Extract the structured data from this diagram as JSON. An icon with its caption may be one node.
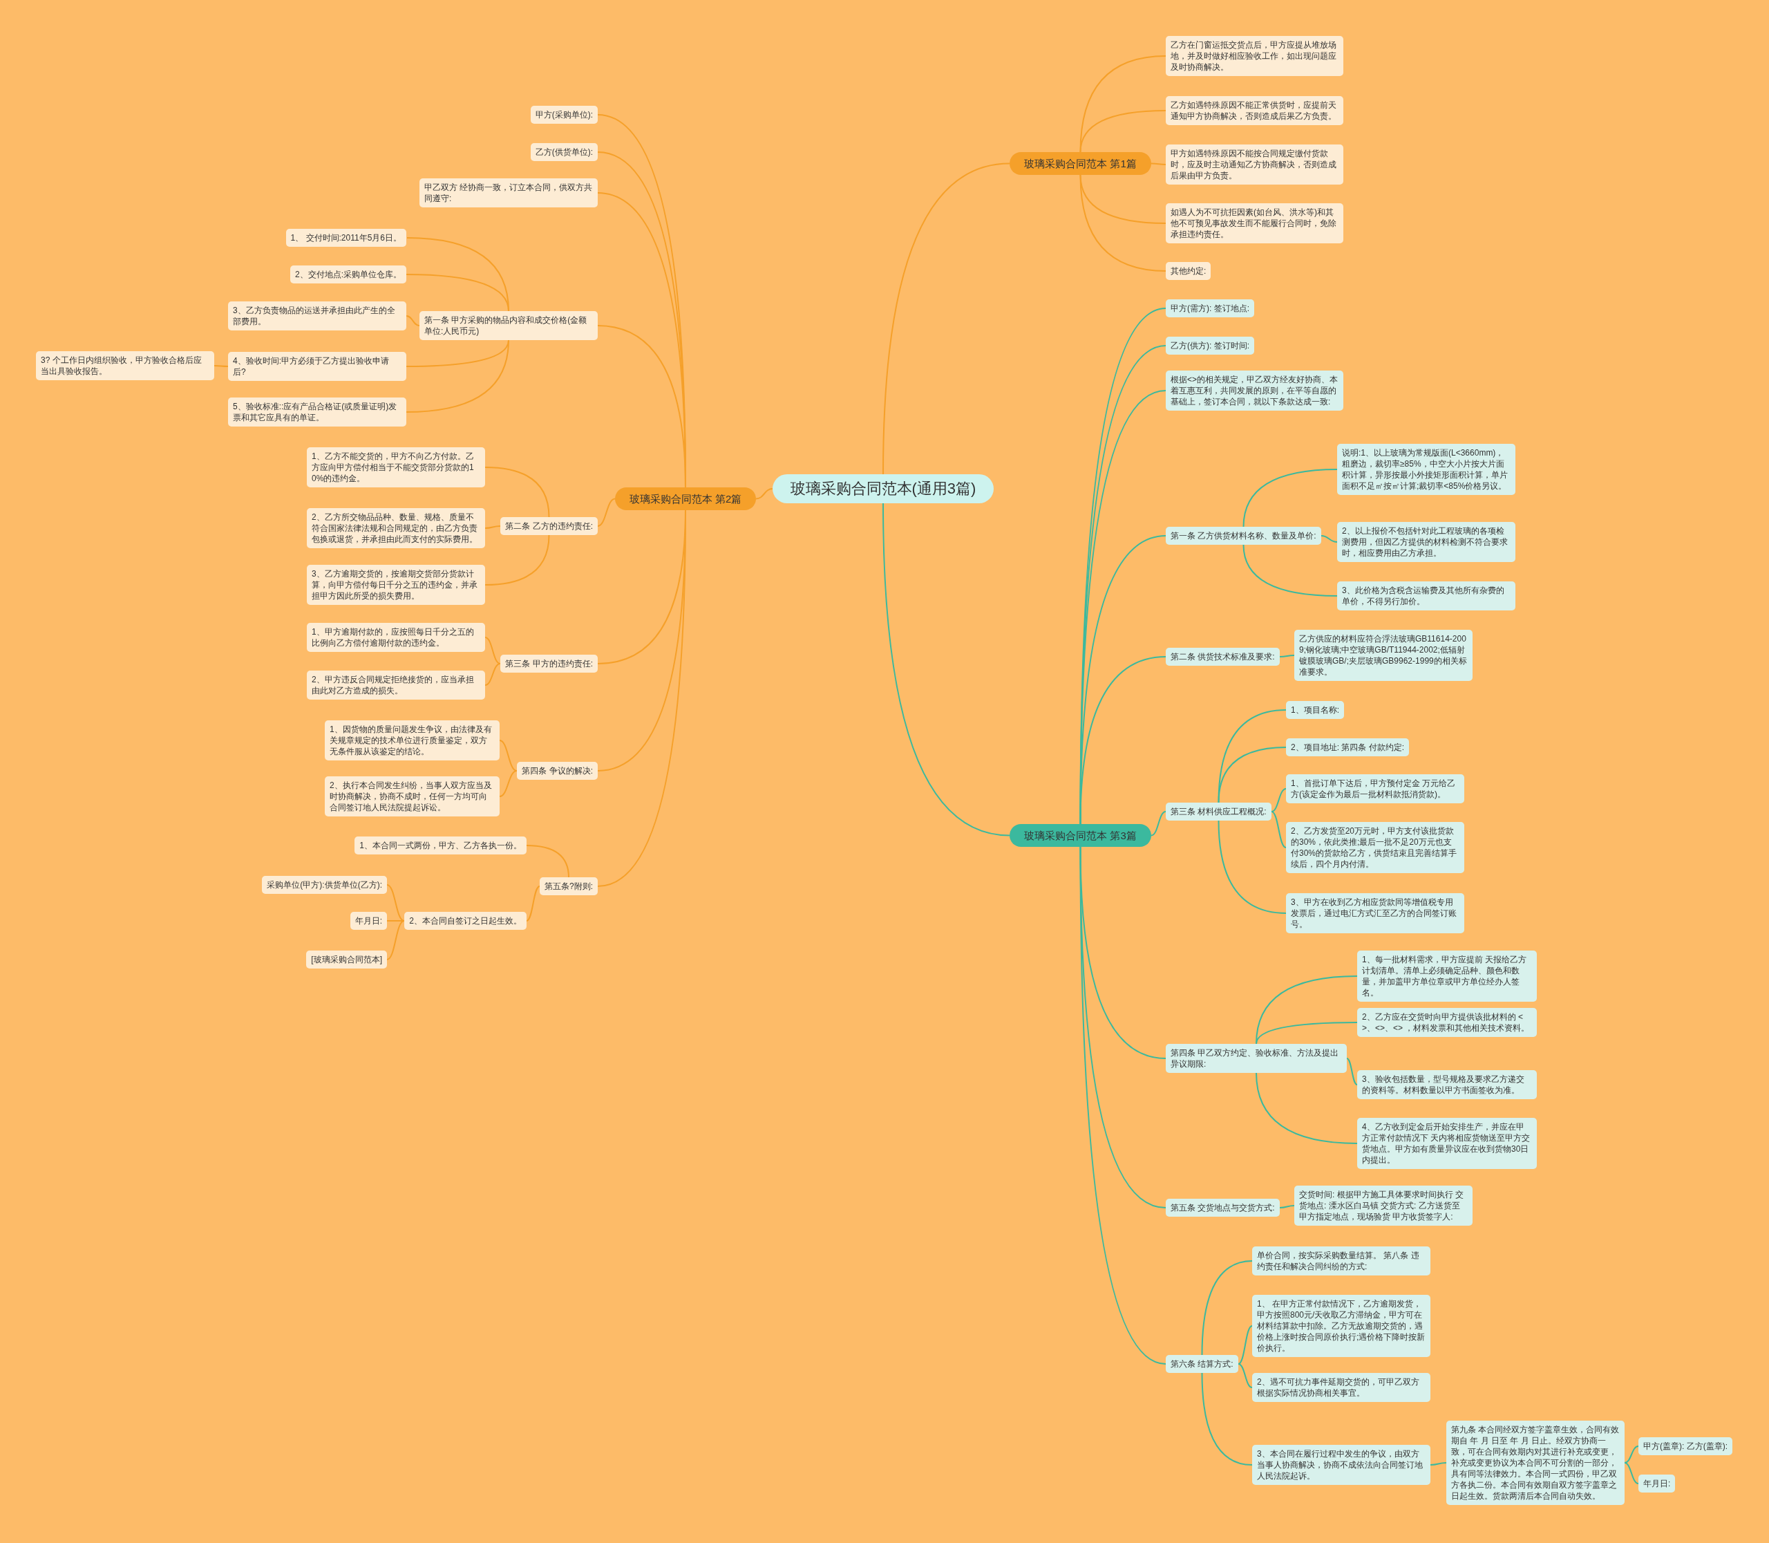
{
  "diagram": {
    "nodes": [
      {
        "text": [
          "玻璃采购合同范本(通用3篇)"
        ]
      },
      {
        "text": [
          "玻璃采购合同范本 第1篇"
        ]
      },
      {
        "text": [
          "乙方在门窗运抵交货点后，甲方应提从堆放场地，并及时做好相应验收工作，如出现问题应及时协商解决。"
        ]
      },
      {
        "text": [
          "乙方如遇特殊原因不能正常供货时，应提前天通知甲方协商解决，否则造成后果乙方负责。"
        ]
      },
      {
        "text": [
          "甲方如遇特殊原因不能按合同规定缴付货款时，应及时主动通知乙方协商解决，否则造成后果由甲方负责。"
        ]
      },
      {
        "text": [
          "如遇人为不可抗拒因素(如台风、洪水等)和其他不可预见事故发生而不能履行合同时，免除承担违约责任。"
        ]
      },
      {
        "text": [
          "其他约定:"
        ]
      },
      {
        "text": [
          "玻璃采购合同范本 第2篇"
        ]
      },
      {
        "text": [
          "甲方(采购单位):"
        ]
      },
      {
        "text": [
          "乙方(供货单位):"
        ]
      },
      {
        "text": [
          "甲乙双方 经协商一致，订立本合同，供双方共同遵守:"
        ]
      },
      {
        "text": [
          "第一条 甲方采购的物品内容和成交价格(金额单位:人民币元)"
        ]
      },
      {
        "text": [
          "1、 交付时间:2011年5月6日。"
        ]
      },
      {
        "text": [
          "2、交付地点:采购单位仓库。"
        ]
      },
      {
        "text": [
          "3、乙方负责物品的运送并承担由此产生的全部费用。"
        ]
      },
      {
        "text": [
          "4、验收时间:甲方必须于乙方提出验收申请后?"
        ]
      },
      {
        "text": [
          "3? 个工作日内组织验收，甲方验收合格后应当出具验收报告。"
        ]
      },
      {
        "text": [
          "5、验收标准::应有产品合格证(或质量证明)发票和其它应具有的单证。"
        ]
      },
      {
        "text": [
          "第二条 乙方的违约责任:"
        ]
      },
      {
        "text": [
          "1、乙方不能交货的，甲方不向乙方付款。乙方应向甲方偿付相当于不能交货部分货款的10%的违约金。"
        ]
      },
      {
        "text": [
          "2、乙方所交物品品种、数量、规格、质量不符合国家法律法规和合同规定的，由乙方负责包换或退货，并承担由此而支付的实际费用。"
        ]
      },
      {
        "text": [
          "3、乙方逾期交货的，按逾期交货部分货款计算，向甲方偿付每日千分之五的违约金，并承担甲方因此所受的损失费用。"
        ]
      },
      {
        "text": [
          "第三条 甲方的违约责任:"
        ]
      },
      {
        "text": [
          "1、甲方逾期付款的，应按照每日千分之五的比例向乙方偿付逾期付款的违约金。"
        ]
      },
      {
        "text": [
          "2、甲方违反合同规定拒绝接货的，应当承担由此对乙方造成的损失。"
        ]
      },
      {
        "text": [
          "第四条 争议的解决:"
        ]
      },
      {
        "text": [
          "1、因货物的质量问题发生争议，由法律及有关规章规定的技术单位进行质量鉴定，双方无条件服从该鉴定的结论。"
        ]
      },
      {
        "text": [
          "2、执行本合同发生纠纷，当事人双方应当及时协商解决，协商不成时，任何一方均可向合同签订地人民法院提起诉讼。"
        ]
      },
      {
        "text": [
          "第五条?附则:"
        ]
      },
      {
        "text": [
          "1、本合同一式两份，甲方、乙方各执一份。"
        ]
      },
      {
        "text": [
          "2、本合同自签订之日起生效。"
        ]
      },
      {
        "text": [
          "采购单位(甲方):供货单位(乙方):"
        ]
      },
      {
        "text": [
          "年月日:"
        ]
      },
      {
        "text": [
          "[玻璃采购合同范本]"
        ]
      },
      {
        "text": [
          "玻璃采购合同范本 第3篇"
        ]
      },
      {
        "text": [
          "甲方(需方): 签订地点:"
        ]
      },
      {
        "text": [
          "乙方(供方): 签订时间:"
        ]
      },
      {
        "text": [
          "根据<>的相关规定，甲乙双方经友好协商、本着互惠互利，共同发展的原则，在平等自愿的基础上，签订本合同，就以下条款达成一致:"
        ]
      },
      {
        "text": [
          "第一条 乙方供货材料名称、数量及单价:"
        ]
      },
      {
        "text": [
          "说明:1、以上玻璃为常规版面(L<3660mm)，粗磨边，裁切率≥85%，中空大小片按大片面积计算，异形按最小外接矩形面积计算，单片面积不足㎡按㎡计算;裁切率<85%价格另议。"
        ]
      },
      {
        "text": [
          "2、以上报价不包括针对此工程玻璃的各项检测费用，但因乙方提供的材料检测不符合要求时，相应费用由乙方承担。"
        ]
      },
      {
        "text": [
          "3、此价格为含税含运输费及其他所有杂费的单价，不得另行加价。"
        ]
      },
      {
        "text": [
          "第二条 供货技术标准及要求:"
        ]
      },
      {
        "text": [
          "乙方供应的材料应符合浮法玻璃GB11614-2009;钢化玻璃;中空玻璃GB/T11944-2002;低辐射镀膜玻璃GB/;夹层玻璃GB9962-1999的相关标准要求。"
        ]
      },
      {
        "text": [
          "第三条 材料供应工程概况:"
        ]
      },
      {
        "text": [
          "1、项目名称:"
        ]
      },
      {
        "text": [
          "2、项目地址: 第四条 付款约定:"
        ]
      },
      {
        "text": [
          "1、首批订单下达后，甲方预付定金 万元给乙方(该定金作为最后一批材料款抵消货款)。"
        ]
      },
      {
        "text": [
          "2、乙方发货至20万元时，甲方支付该批货款的30%，依此类推;最后一批不足20万元也支付30%的货款给乙方，供货结束且完善结算手续后，四个月内付清。"
        ]
      },
      {
        "text": [
          "3、甲方在收到乙方相应货款同等增值税专用发票后，通过电汇方式汇至乙方的合同签订账号。"
        ]
      },
      {
        "text": [
          "第四条 甲乙双方约定、验收标准、方法及提出异议期限:"
        ]
      },
      {
        "text": [
          "1、每一批材料需求，甲方应提前 天报给乙方计划清单。清单上必须确定品种、颜色和数量，并加盖甲方单位章或甲方单位经办人签名。"
        ]
      },
      {
        "text": [
          "2、乙方应在交货时向甲方提供该批材料的 <>、<>、<> ，材料发票和其他相关技术资料。"
        ]
      },
      {
        "text": [
          "3、验收包括数量，型号规格及要求乙方递交的资料等。材料数量以甲方书面签收为准。"
        ]
      },
      {
        "text": [
          "4、乙方收到定金后开始安排生产，并应在甲方正常付款情况下 天内将相应货物送至甲方交货地点。甲方如有质量异议应在收到货物30日内提出。"
        ]
      },
      {
        "text": [
          "第五条 交货地点与交货方式:"
        ]
      },
      {
        "text": [
          "交货时间: 根据甲方施工具体要求时间执行 交货地点: 溧水区白马镇 交货方式: 乙方送货至甲方指定地点，现场验货 甲方收货签字人:"
        ]
      },
      {
        "text": [
          "第六条 结算方式:"
        ]
      },
      {
        "text": [
          "单价合同，按实际采购数量结算。 第八条 违约责任和解决合同纠纷的方式:"
        ]
      },
      {
        "text": [
          "1、 在甲方正常付款情况下，乙方逾期发货，甲方按照800元/天收取乙方滞纳金，甲方可在材料结算款中扣除。乙方无故逾期交货的，遇价格上涨时按合同原价执行;遇价格下降时按新价执行。"
        ]
      },
      {
        "text": [
          "2、遇不可抗力事件延期交货的，可甲乙双方根据实际情况协商相关事宜。"
        ]
      },
      {
        "text": [
          "3、本合同在履行过程中发生的争议，由双方当事人协商解决，协商不成依法向合同签订地人民法院起诉。"
        ]
      },
      {
        "text": [
          "第九条 本合同经双方签字盖章生效，合同有效期自 年 月 日至 年 月 日止。经双方协商一致，可在合同有效期内对其进行补充或变更，补充或变更协议为本合同不可分割的一部分，具有同等法律效力。本合同一式四份，甲乙双方各执二份。本合同有效期自双方签字盖章之日起生效。货款两清后本合同自动失效。"
        ]
      },
      {
        "text": [
          "甲方(盖章): 乙方(盖章):"
        ]
      },
      {
        "text": [
          "年月日:"
        ]
      }
    ],
    "edges": [
      {
        "from": 0,
        "to": 1,
        "arrow": "none"
      },
      {
        "from": 1,
        "to": 2,
        "arrow": "none"
      },
      {
        "from": 1,
        "to": 3,
        "arrow": "none"
      },
      {
        "from": 1,
        "to": 4,
        "arrow": "none"
      },
      {
        "from": 1,
        "to": 5,
        "arrow": "none"
      },
      {
        "from": 1,
        "to": 6,
        "arrow": "none"
      },
      {
        "from": 0,
        "to": 7,
        "arrow": "none"
      },
      {
        "from": 7,
        "to": 8,
        "arrow": "none"
      },
      {
        "from": 7,
        "to": 9,
        "arrow": "none"
      },
      {
        "from": 7,
        "to": 10,
        "arrow": "none"
      },
      {
        "from": 7,
        "to": 11,
        "arrow": "none"
      },
      {
        "from": 11,
        "to": 12,
        "arrow": "none"
      },
      {
        "from": 11,
        "to": 13,
        "arrow": "none"
      },
      {
        "from": 11,
        "to": 14,
        "arrow": "none"
      },
      {
        "from": 11,
        "to": 15,
        "arrow": "none"
      },
      {
        "from": 15,
        "to": 16,
        "arrow": "none"
      },
      {
        "from": 11,
        "to": 17,
        "arrow": "none"
      },
      {
        "from": 7,
        "to": 18,
        "arrow": "none"
      },
      {
        "from": 18,
        "to": 19,
        "arrow": "none"
      },
      {
        "from": 18,
        "to": 20,
        "arrow": "none"
      },
      {
        "from": 18,
        "to": 21,
        "arrow": "none"
      },
      {
        "from": 7,
        "to": 22,
        "arrow": "none"
      },
      {
        "from": 22,
        "to": 23,
        "arrow": "none"
      },
      {
        "from": 22,
        "to": 24,
        "arrow": "none"
      },
      {
        "from": 7,
        "to": 25,
        "arrow": "none"
      },
      {
        "from": 25,
        "to": 26,
        "arrow": "none"
      },
      {
        "from": 25,
        "to": 27,
        "arrow": "none"
      },
      {
        "from": 7,
        "to": 28,
        "arrow": "none"
      },
      {
        "from": 28,
        "to": 29,
        "arrow": "none"
      },
      {
        "from": 28,
        "to": 30,
        "arrow": "none"
      },
      {
        "from": 30,
        "to": 31,
        "arrow": "none"
      },
      {
        "from": 30,
        "to": 32,
        "arrow": "none"
      },
      {
        "from": 30,
        "to": 33,
        "arrow": "none"
      },
      {
        "from": 0,
        "to": 34,
        "arrow": "none",
        "color": "#3bb99e"
      },
      {
        "from": 34,
        "to": 35,
        "arrow": "none",
        "color": "#3bb99e"
      },
      {
        "from": 34,
        "to": 36,
        "arrow": "none",
        "color": "#3bb99e"
      },
      {
        "from": 34,
        "to": 37,
        "arrow": "none",
        "color": "#3bb99e"
      },
      {
        "from": 34,
        "to": 38,
        "arrow": "none",
        "color": "#3bb99e"
      },
      {
        "from": 38,
        "to": 39,
        "arrow": "none",
        "color": "#3bb99e"
      },
      {
        "from": 38,
        "to": 40,
        "arrow": "none",
        "color": "#3bb99e"
      },
      {
        "from": 38,
        "to": 41,
        "arrow": "none",
        "color": "#3bb99e"
      },
      {
        "from": 34,
        "to": 42,
        "arrow": "none",
        "color": "#3bb99e"
      },
      {
        "from": 42,
        "to": 43,
        "arrow": "none",
        "color": "#3bb99e"
      },
      {
        "from": 34,
        "to": 44,
        "arrow": "none",
        "color": "#3bb99e"
      },
      {
        "from": 44,
        "to": 45,
        "arrow": "none",
        "color": "#3bb99e"
      },
      {
        "from": 44,
        "to": 46,
        "arrow": "none",
        "color": "#3bb99e"
      },
      {
        "from": 44,
        "to": 47,
        "arrow": "none",
        "color": "#3bb99e"
      },
      {
        "from": 44,
        "to": 48,
        "arrow": "none",
        "color": "#3bb99e"
      },
      {
        "from": 44,
        "to": 49,
        "arrow": "none",
        "color": "#3bb99e"
      },
      {
        "from": 34,
        "to": 50,
        "arrow": "none",
        "color": "#3bb99e"
      },
      {
        "from": 50,
        "to": 51,
        "arrow": "none",
        "color": "#3bb99e"
      },
      {
        "from": 50,
        "to": 52,
        "arrow": "none",
        "color": "#3bb99e"
      },
      {
        "from": 50,
        "to": 53,
        "arrow": "none",
        "color": "#3bb99e"
      },
      {
        "from": 50,
        "to": 54,
        "arrow": "none",
        "color": "#3bb99e"
      },
      {
        "from": 34,
        "to": 55,
        "arrow": "none",
        "color": "#3bb99e"
      },
      {
        "from": 55,
        "to": 56,
        "arrow": "none",
        "color": "#3bb99e"
      },
      {
        "from": 34,
        "to": 57,
        "arrow": "none",
        "color": "#3bb99e"
      },
      {
        "from": 57,
        "to": 58,
        "arrow": "none",
        "color": "#3bb99e"
      },
      {
        "from": 57,
        "to": 59,
        "arrow": "none",
        "color": "#3bb99e"
      },
      {
        "from": 57,
        "to": 60,
        "arrow": "none",
        "color": "#3bb99e"
      },
      {
        "from": 57,
        "to": 61,
        "arrow": "none",
        "color": "#3bb99e"
      },
      {
        "from": 61,
        "to": 62,
        "arrow": "none",
        "color": "#3bb99e"
      },
      {
        "from": 62,
        "to": 63,
        "arrow": "none",
        "color": "#3bb99e"
      },
      {
        "from": 62,
        "to": 64,
        "arrow": "none",
        "color": "#3bb99e"
      }
    ]
  }
}
